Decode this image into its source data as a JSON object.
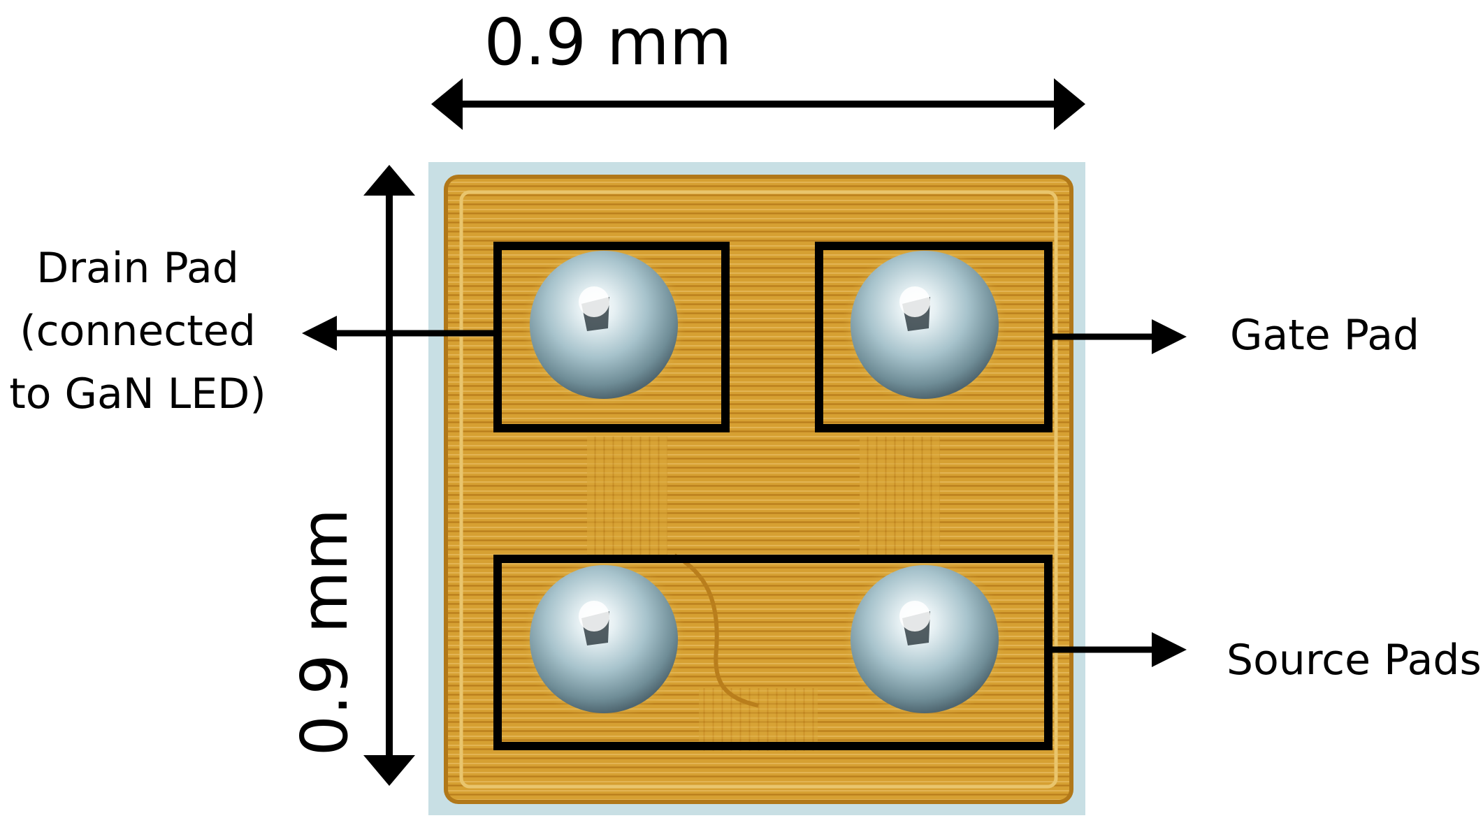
{
  "dimension_top": "0.9 mm",
  "dimension_left": "0.9 mm",
  "labels": {
    "drain_line1": "Drain Pad",
    "drain_line2": "(connected",
    "drain_line3": "to GaN LED)",
    "gate": "Gate Pad",
    "source": "Source Pads"
  },
  "colors": {
    "chip_die": "#d9a235",
    "chip_border": "#c4dde3",
    "solder_ball": "#a9c6cf",
    "box_stroke": "#000000"
  }
}
